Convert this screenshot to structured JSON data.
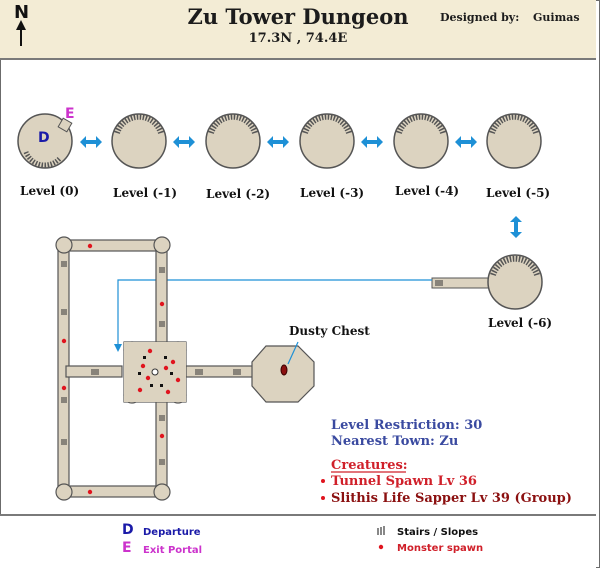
{
  "header": {
    "title": "Zu Tower Dungeon",
    "coordinates": "17.3N , 74.4E",
    "designed_by_label": "Designed by:",
    "designer": "Guimas",
    "compass_letter": "N"
  },
  "levels": [
    {
      "label": "Level (0)"
    },
    {
      "label": "Level (-1)"
    },
    {
      "label": "Level (-2)"
    },
    {
      "label": "Level (-3)"
    },
    {
      "label": "Level (-4)"
    },
    {
      "label": "Level (-5)"
    },
    {
      "label": "Level (-6)"
    }
  ],
  "markers": {
    "departure": "D",
    "exit": "E"
  },
  "map": {
    "chest_label": "Dusty Chest"
  },
  "info": {
    "level_restriction": "Level Restriction: 30",
    "nearest_town": "Nearest Town: Zu",
    "creatures_heading": "Creatures:",
    "creatures": [
      "Tunnel Spawn Lv 36",
      "Slithis Life Sapper Lv 39 (Group)"
    ]
  },
  "legend": {
    "departure": {
      "symbol": "D",
      "label": "Departure"
    },
    "exit": {
      "symbol": "E",
      "label": "Exit Portal"
    },
    "stairs": {
      "label": "Stairs / Slopes"
    },
    "spawn": {
      "label": "Monster spawn"
    }
  },
  "colors": {
    "floor": "#dcd3c0",
    "outline": "#555555",
    "arrow": "#1e90d6",
    "spawn": "#e0141e",
    "header_bg": "#f3ecd5",
    "info_blue": "#3a4aa0",
    "creature_red": "#d0202a",
    "creature_darkred": "#8b1010",
    "departure": "#1a1aa8",
    "exit": "#cc33cc"
  }
}
